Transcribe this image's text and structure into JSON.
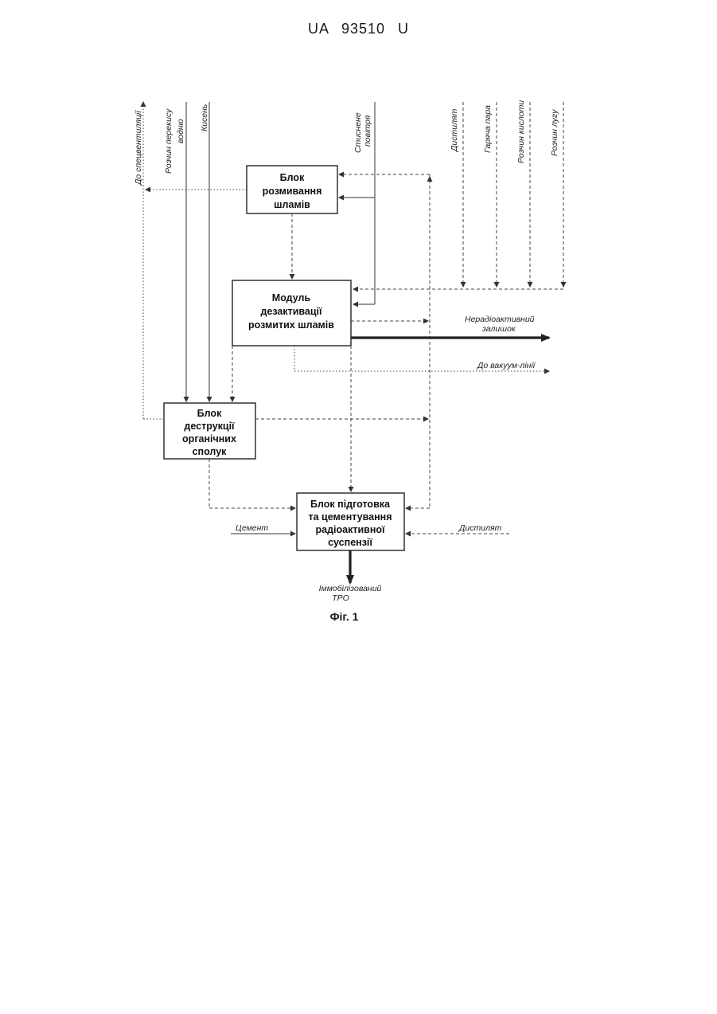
{
  "header": {
    "title": "UA 93510 U"
  },
  "diagram": {
    "blocks": {
      "washing": [
        "Блок",
        "розмивання",
        "шламів"
      ],
      "deactivation": [
        "Модуль",
        "дезактивації",
        "розмитих шламів"
      ],
      "destruction": [
        "Блок",
        "деструкції",
        "органічних",
        "сполук"
      ],
      "cementing": [
        "Блок підготовка",
        "та цементування",
        "радіоактивної",
        "суспензії"
      ]
    },
    "inputs": {
      "to_spec_ventilation": "До спецвентиляції",
      "peroxide_solution": [
        "Розчин перекису",
        "водню"
      ],
      "oxygen": "Кисень",
      "compressed_air": [
        "Стиснене",
        "повітря"
      ],
      "distillate_top": "Дистилят",
      "hot_steam": "Гаряча пара",
      "acid_solution": "Розчин кислоти",
      "alkali_solution": "Розчин лугу"
    },
    "outputs": {
      "nonradioactive_residue": [
        "Нерадіоактивний",
        "залишок"
      ],
      "to_vacuum_line": "До вакуум-лінії",
      "cement": "Цемент",
      "distillate_bottom": "Дистилят",
      "immobilized": [
        "Іммобілізований",
        "ТРО"
      ]
    }
  },
  "caption": "Фіг. 1"
}
